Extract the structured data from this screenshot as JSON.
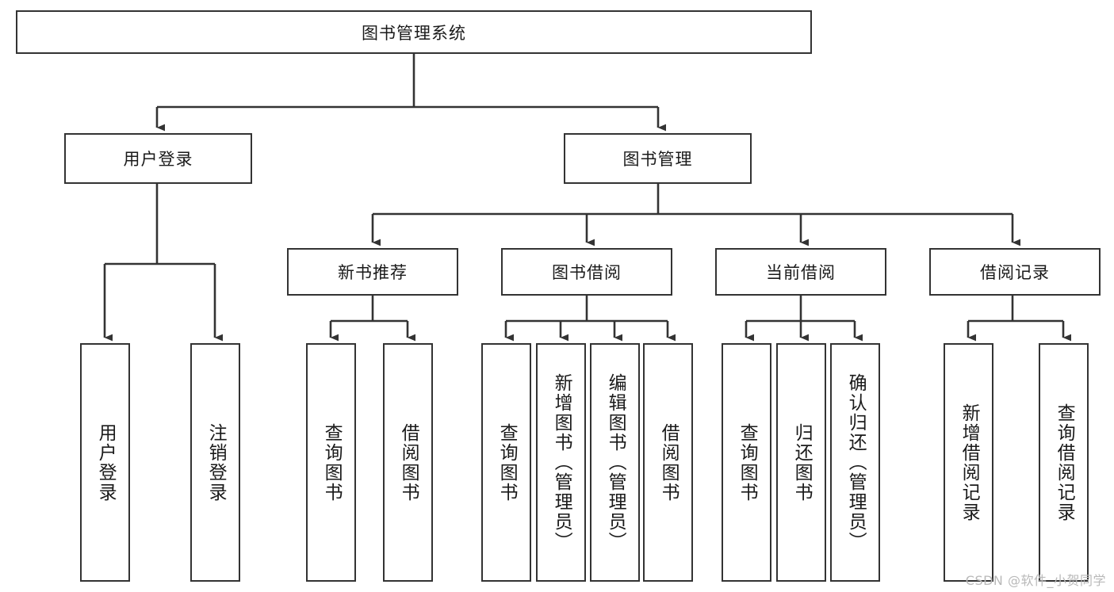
{
  "diagram": {
    "title": "图书管理系统",
    "type": "tree-hierarchy-diagram",
    "colors": {
      "stroke": "#333333",
      "fill": "#ffffff",
      "text": "#1a1a1a",
      "watermark": "#b9b9b9"
    },
    "levels": {
      "root": {
        "label": "图书管理系统"
      },
      "level2": [
        {
          "label": "用户登录"
        },
        {
          "label": "图书管理"
        }
      ],
      "level3": [
        {
          "label": "新书推荐"
        },
        {
          "label": "图书借阅"
        },
        {
          "label": "当前借阅"
        },
        {
          "label": "借阅记录"
        }
      ],
      "leaves": {
        "user_login": [
          {
            "label": "用户登录"
          },
          {
            "label": "注销登录"
          }
        ],
        "new_book_recommend": [
          {
            "label": "查询图书"
          },
          {
            "label": "借阅图书"
          }
        ],
        "book_borrow": [
          {
            "label": "查询图书"
          },
          {
            "label": "新增图书（管理员）"
          },
          {
            "label": "编辑图书（管理员）"
          },
          {
            "label": "借阅图书"
          }
        ],
        "current_borrow": [
          {
            "label": "查询图书"
          },
          {
            "label": "归还图书"
          },
          {
            "label": "确认归还（管理员）"
          }
        ],
        "borrow_record": [
          {
            "label": "新增借阅记录"
          },
          {
            "label": "查询借阅记录"
          }
        ]
      }
    }
  },
  "watermark": {
    "text": "CSDN @软件_小贺同学"
  }
}
